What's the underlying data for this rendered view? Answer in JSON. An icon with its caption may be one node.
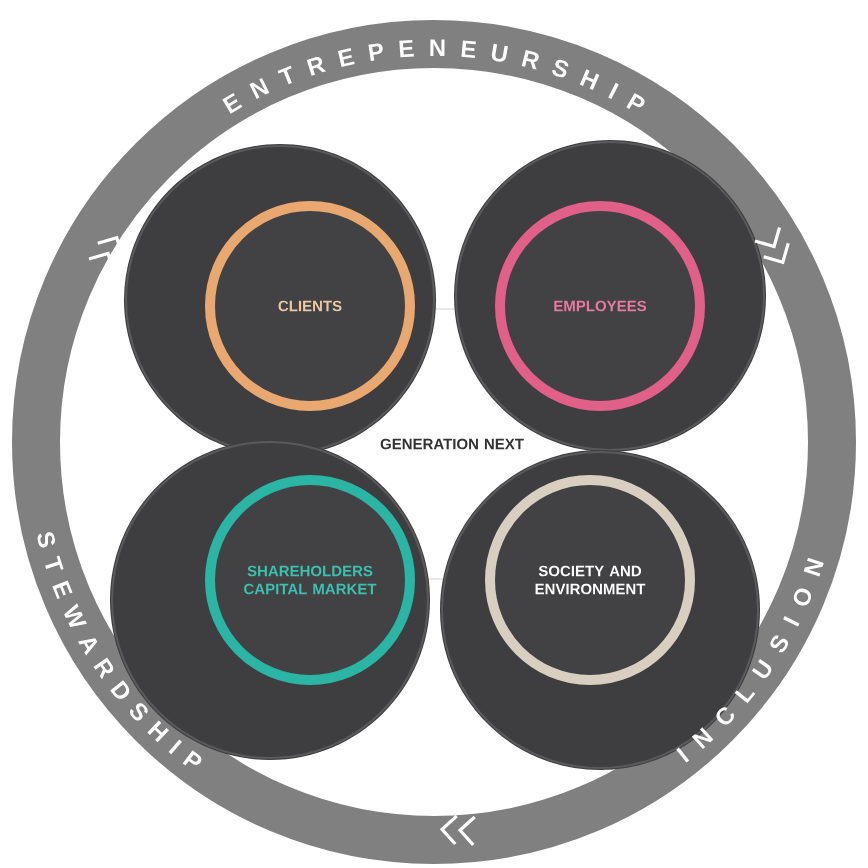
{
  "diagram": {
    "nodes": [
      {
        "text": [
          "CLIENTS"
        ]
      },
      {
        "text": [
          "EMPLOYEES"
        ]
      },
      {
        "text": [
          "GENERATION NEXT"
        ]
      },
      {
        "text": [
          "SHAREHOLDERS CAPITAL MARKET"
        ]
      },
      {
        "text": [
          "SOCIETY AND ENVIRONMENT"
        ]
      }
    ],
    "labels": [
      "ENTREPENEURSHIP",
      "STEWARDSHIP",
      "INCLUSION"
    ]
  }
}
